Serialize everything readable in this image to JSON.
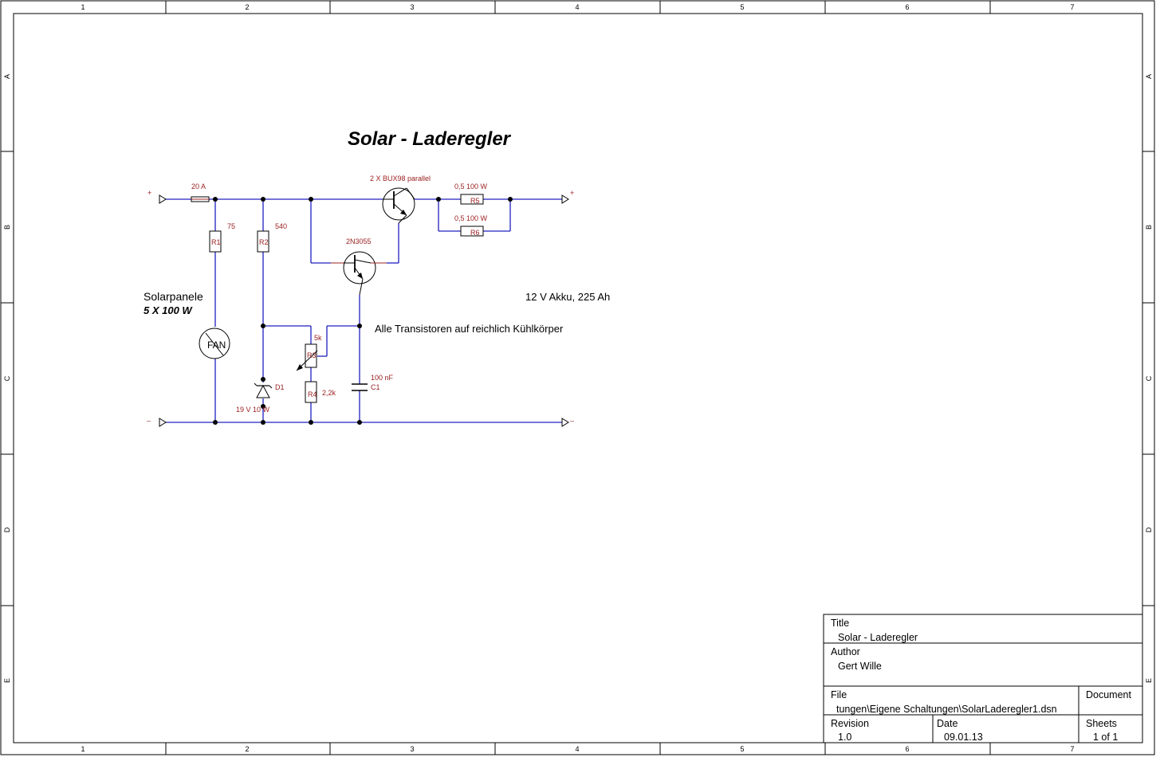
{
  "heading": "Solar - Laderegler",
  "frame": {
    "columns": [
      "1",
      "2",
      "3",
      "4",
      "5",
      "6",
      "7"
    ],
    "rows": [
      "A",
      "B",
      "C",
      "D",
      "E"
    ]
  },
  "components": {
    "fuse": {
      "value": "20 A"
    },
    "r1": {
      "ref": "R1",
      "value": "75"
    },
    "r2": {
      "ref": "R2",
      "value": "540"
    },
    "r3": {
      "ref": "R3",
      "value": "5k"
    },
    "r4": {
      "ref": "R4",
      "value": "2,2k"
    },
    "r5": {
      "ref": "R5",
      "value": "0,5 100 W"
    },
    "r6": {
      "ref": "R6",
      "value": "0,5 100 W"
    },
    "d1": {
      "ref": "D1",
      "value": "19 V 10 W"
    },
    "c1": {
      "ref": "C1",
      "value": "100 nF"
    },
    "q_power": {
      "value": "2 X BUX98 parallel"
    },
    "q_driver": {
      "value": "2N3055"
    },
    "fan": {
      "label": "FAN"
    }
  },
  "terminals": {
    "in_plus": "+",
    "in_minus": "–",
    "out_plus": "+",
    "out_minus": "–"
  },
  "notes": {
    "source_label": "Solarpanele",
    "source_value": "5 X 100 W",
    "battery": "12 V Akku, 225 Ah",
    "cooling": "Alle Transistoren auf reichlich Kühlkörper"
  },
  "title_block": {
    "title_label": "Title",
    "title_value": "Solar - Laderegler",
    "author_label": "Author",
    "author_value": "Gert Wille",
    "file_label": "File",
    "file_value": "tungen\\Eigene Schaltungen\\SolarLaderegler1.dsn",
    "document_label": "Document",
    "revision_label": "Revision",
    "revision_value": "1.0",
    "date_label": "Date",
    "date_value": "09.01.13",
    "sheets_label": "Sheets",
    "sheets_value": "1 of 1"
  },
  "colors": {
    "wire": "#2020c0",
    "component_text": "#9b2020",
    "frame": "#000000"
  }
}
